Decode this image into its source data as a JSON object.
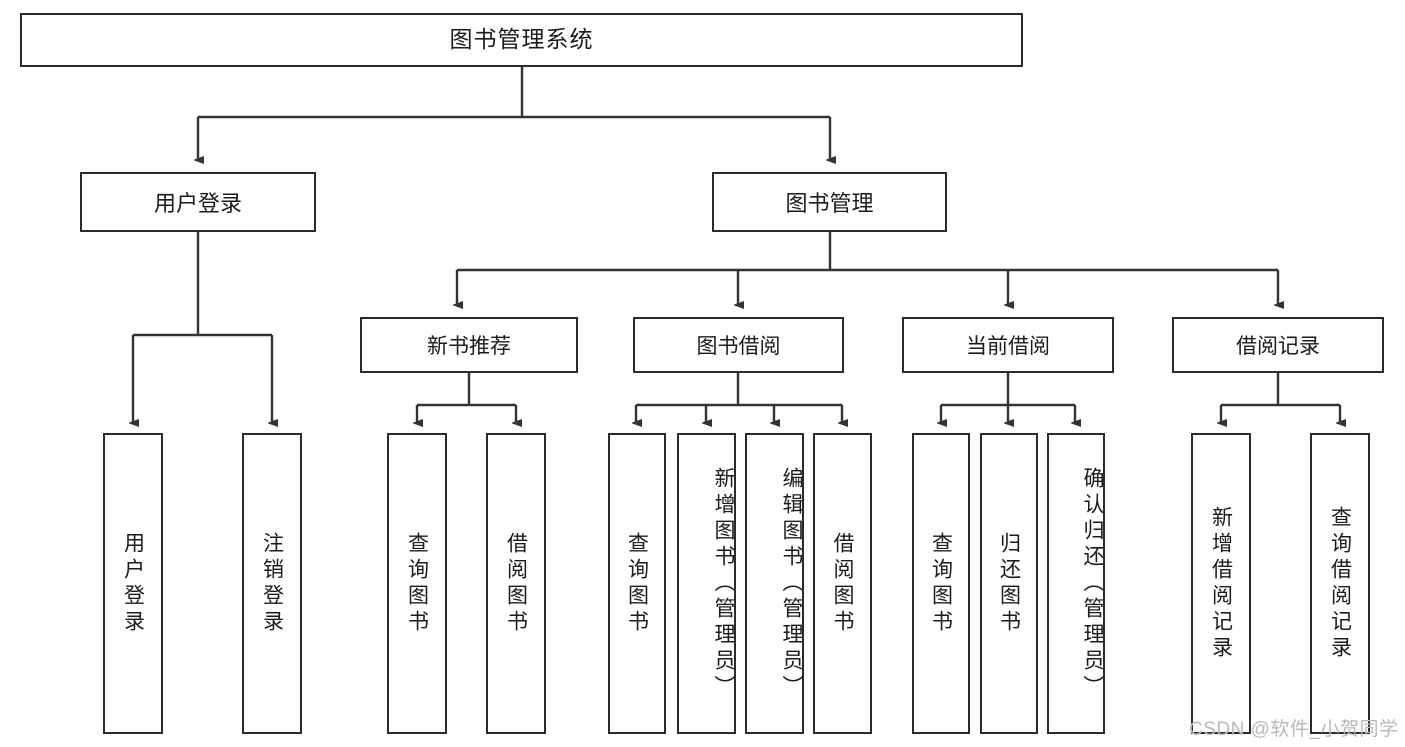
{
  "diagram": {
    "title_node": {
      "label": "图书管理系统"
    },
    "level2": [
      {
        "id": "user-login",
        "label": "用户登录"
      },
      {
        "id": "book-manage",
        "label": "图书管理"
      }
    ],
    "level3": [
      {
        "id": "new-book-recommend",
        "label": "新书推荐"
      },
      {
        "id": "book-borrow",
        "label": "图书借阅"
      },
      {
        "id": "current-borrow",
        "label": "当前借阅"
      },
      {
        "id": "borrow-record",
        "label": "借阅记录"
      }
    ],
    "leaves": {
      "user_login": [
        {
          "id": "leaf-user-login",
          "label": "用户登录"
        },
        {
          "id": "leaf-logout-login",
          "label": "注销登录"
        }
      ],
      "new_book_recommend": [
        {
          "id": "leaf-query-book-1",
          "label": "查询图书"
        },
        {
          "id": "leaf-borrow-book-1",
          "label": "借阅图书"
        }
      ],
      "book_borrow": [
        {
          "id": "leaf-query-book-2",
          "label": "查询图书"
        },
        {
          "id": "leaf-add-book",
          "label": "新增图书（管理员）"
        },
        {
          "id": "leaf-edit-book",
          "label": "编辑图书（管理员）"
        },
        {
          "id": "leaf-borrow-book-2",
          "label": "借阅图书"
        }
      ],
      "current_borrow": [
        {
          "id": "leaf-query-book-3",
          "label": "查询图书"
        },
        {
          "id": "leaf-return-book",
          "label": "归还图书"
        },
        {
          "id": "leaf-confirm-return",
          "label": "确认归还（管理员）"
        }
      ],
      "borrow_record": [
        {
          "id": "leaf-add-borrow-record",
          "label": "新增借阅记录"
        },
        {
          "id": "leaf-query-borrow-record",
          "label": "查询借阅记录"
        }
      ]
    }
  },
  "watermark": {
    "text": "CSDN @软件_小贺同学"
  },
  "colors": {
    "border": "#2b2b2b",
    "text": "#1b1b1b",
    "background": "#ffffff",
    "connector": "#333333",
    "watermark": "#b9b9b9"
  }
}
